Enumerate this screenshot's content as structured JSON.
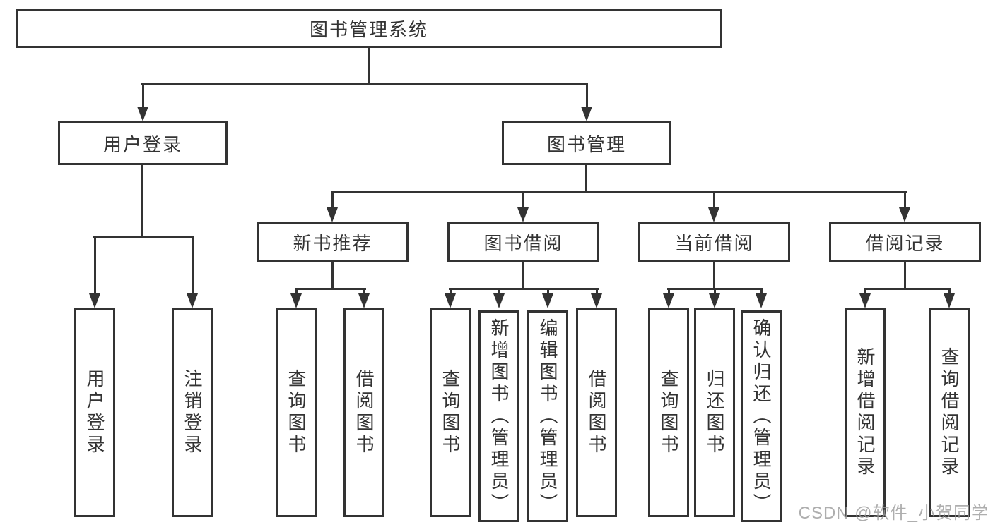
{
  "page": {
    "background": "#ffffff",
    "line_color": "#333333",
    "text_color": "#333333"
  },
  "watermark": {
    "text": "CSDN @软件_小贺同学",
    "color": "#9b9b9b"
  },
  "tree": {
    "label": "图书管理系统",
    "children": [
      {
        "label": "用户登录",
        "children": [
          {
            "label": "用户登录"
          },
          {
            "label": "注销登录"
          }
        ]
      },
      {
        "label": "图书管理",
        "children": [
          {
            "label": "新书推荐",
            "children": [
              {
                "label": "查询图书"
              },
              {
                "label": "借阅图书"
              }
            ]
          },
          {
            "label": "图书借阅",
            "children": [
              {
                "label": "查询图书"
              },
              {
                "label": "新增图书（管理员）"
              },
              {
                "label": "编辑图书（管理员）"
              },
              {
                "label": "借阅图书"
              }
            ]
          },
          {
            "label": "当前借阅",
            "children": [
              {
                "label": "查询图书"
              },
              {
                "label": "归还图书"
              },
              {
                "label": "确认归还（管理员）"
              }
            ]
          },
          {
            "label": "借阅记录",
            "children": [
              {
                "label": "新增借阅记录"
              },
              {
                "label": "查询借阅记录"
              }
            ]
          }
        ]
      }
    ]
  }
}
